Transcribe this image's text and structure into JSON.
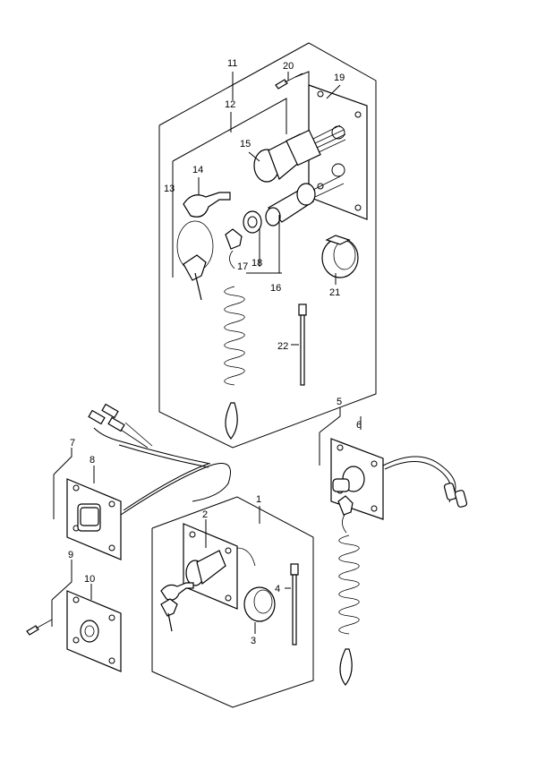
{
  "diagram": {
    "callouts": {
      "c1": "1",
      "c2": "2",
      "c3": "3",
      "c4": "4",
      "c5": "5",
      "c6": "6",
      "c7": "7",
      "c8": "8",
      "c9": "9",
      "c10": "10",
      "c11": "11",
      "c12": "12",
      "c13": "13",
      "c14": "14",
      "c15": "15",
      "c16": "16",
      "c17": "17",
      "c18": "18",
      "c19": "19",
      "c20": "20",
      "c21": "21",
      "c22": "22"
    }
  }
}
